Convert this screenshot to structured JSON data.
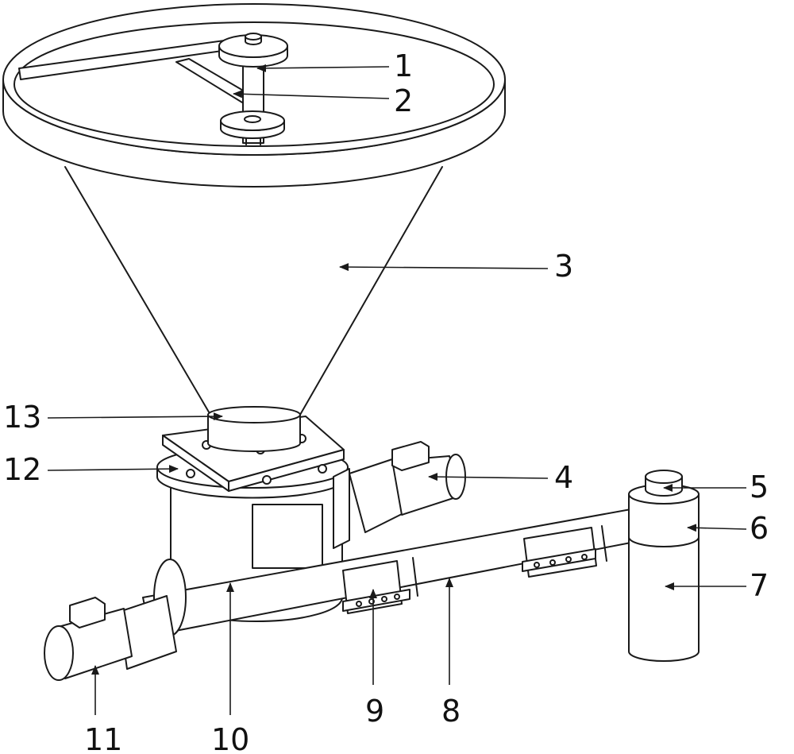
{
  "labels": {
    "l1": "1",
    "l2": "2",
    "l3": "3",
    "l4": "4",
    "l5": "5",
    "l6": "6",
    "l7": "7",
    "l8": "8",
    "l9": "9",
    "l10": "10",
    "l11": "11",
    "l12": "12",
    "l13": "13"
  },
  "colors": {
    "line": "#1a1a1a",
    "background": "#ffffff"
  }
}
